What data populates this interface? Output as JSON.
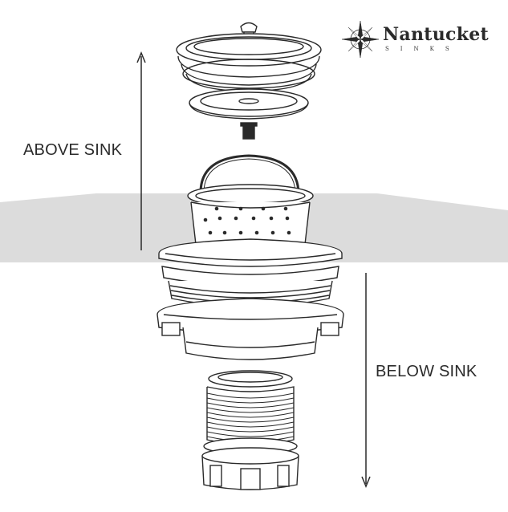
{
  "labels": {
    "above": "ABOVE SINK",
    "below": "BELOW SINK"
  },
  "brand": {
    "name": "Nantucket",
    "subtitle": "SINKS",
    "icon": "compass-rose-icon"
  },
  "colors": {
    "sink_band": "#dcdcdc",
    "line": "#2a2a2a",
    "background": "#ffffff"
  }
}
